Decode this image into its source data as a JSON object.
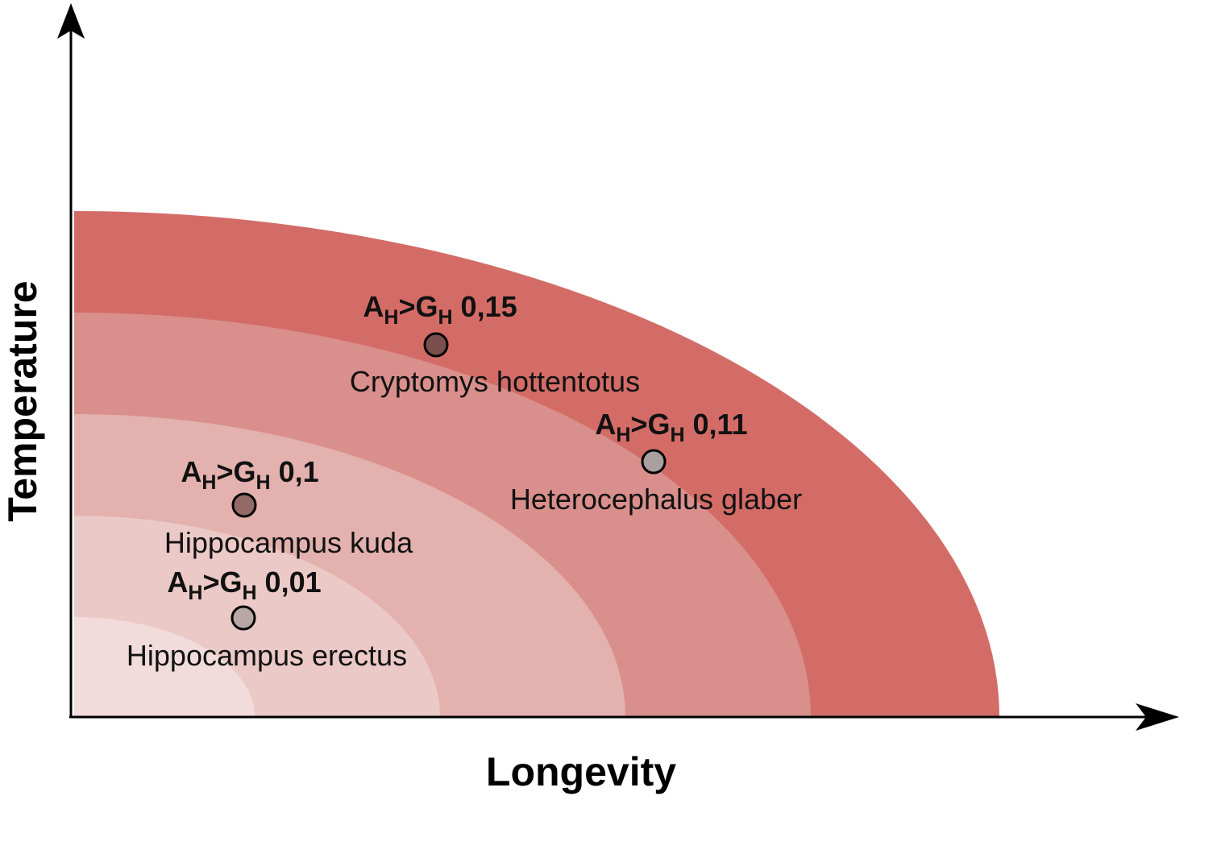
{
  "axes": {
    "x_label": "Longevity",
    "y_label": "Temperature"
  },
  "bands": [
    {
      "color": "#d36c67"
    },
    {
      "color": "#d98f8b"
    },
    {
      "color": "#e3b1ae"
    },
    {
      "color": "#ebc9c7"
    },
    {
      "color": "#f2dcdb"
    }
  ],
  "points": [
    {
      "name": "Cryptomys hottentotus",
      "label_main": "A",
      "label_sub1": "H",
      "label_mid": ">G",
      "label_sub2": "H",
      "value": "0,15",
      "fill": "#7a4f4d"
    },
    {
      "name": "Heterocephalus glaber",
      "label_main": "A",
      "label_sub1": "H",
      "label_mid": ">G",
      "label_sub2": "H",
      "value": "0,11",
      "fill": "#a9a09f"
    },
    {
      "name": "Hippocampus kuda",
      "label_main": "A",
      "label_sub1": "H",
      "label_mid": ">G",
      "label_sub2": "H",
      "value": "0,1",
      "fill": "#946a68"
    },
    {
      "name": "Hippocampus erectus",
      "label_main": "A",
      "label_sub1": "H",
      "label_mid": ">G",
      "label_sub2": "H",
      "value": "0,01",
      "fill": "#b8a7a5"
    }
  ]
}
